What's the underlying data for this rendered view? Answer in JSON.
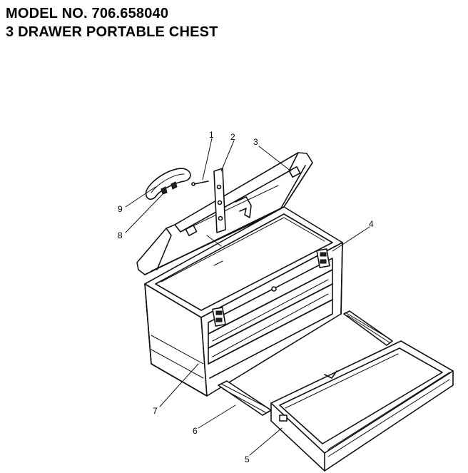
{
  "header": {
    "model_line": "MODEL NO. 706.658040",
    "product_line": "3 DRAWER PORTABLE CHEST"
  },
  "callouts": [
    "1",
    "2",
    "3",
    "4",
    "5",
    "6",
    "7",
    "8",
    "9"
  ]
}
